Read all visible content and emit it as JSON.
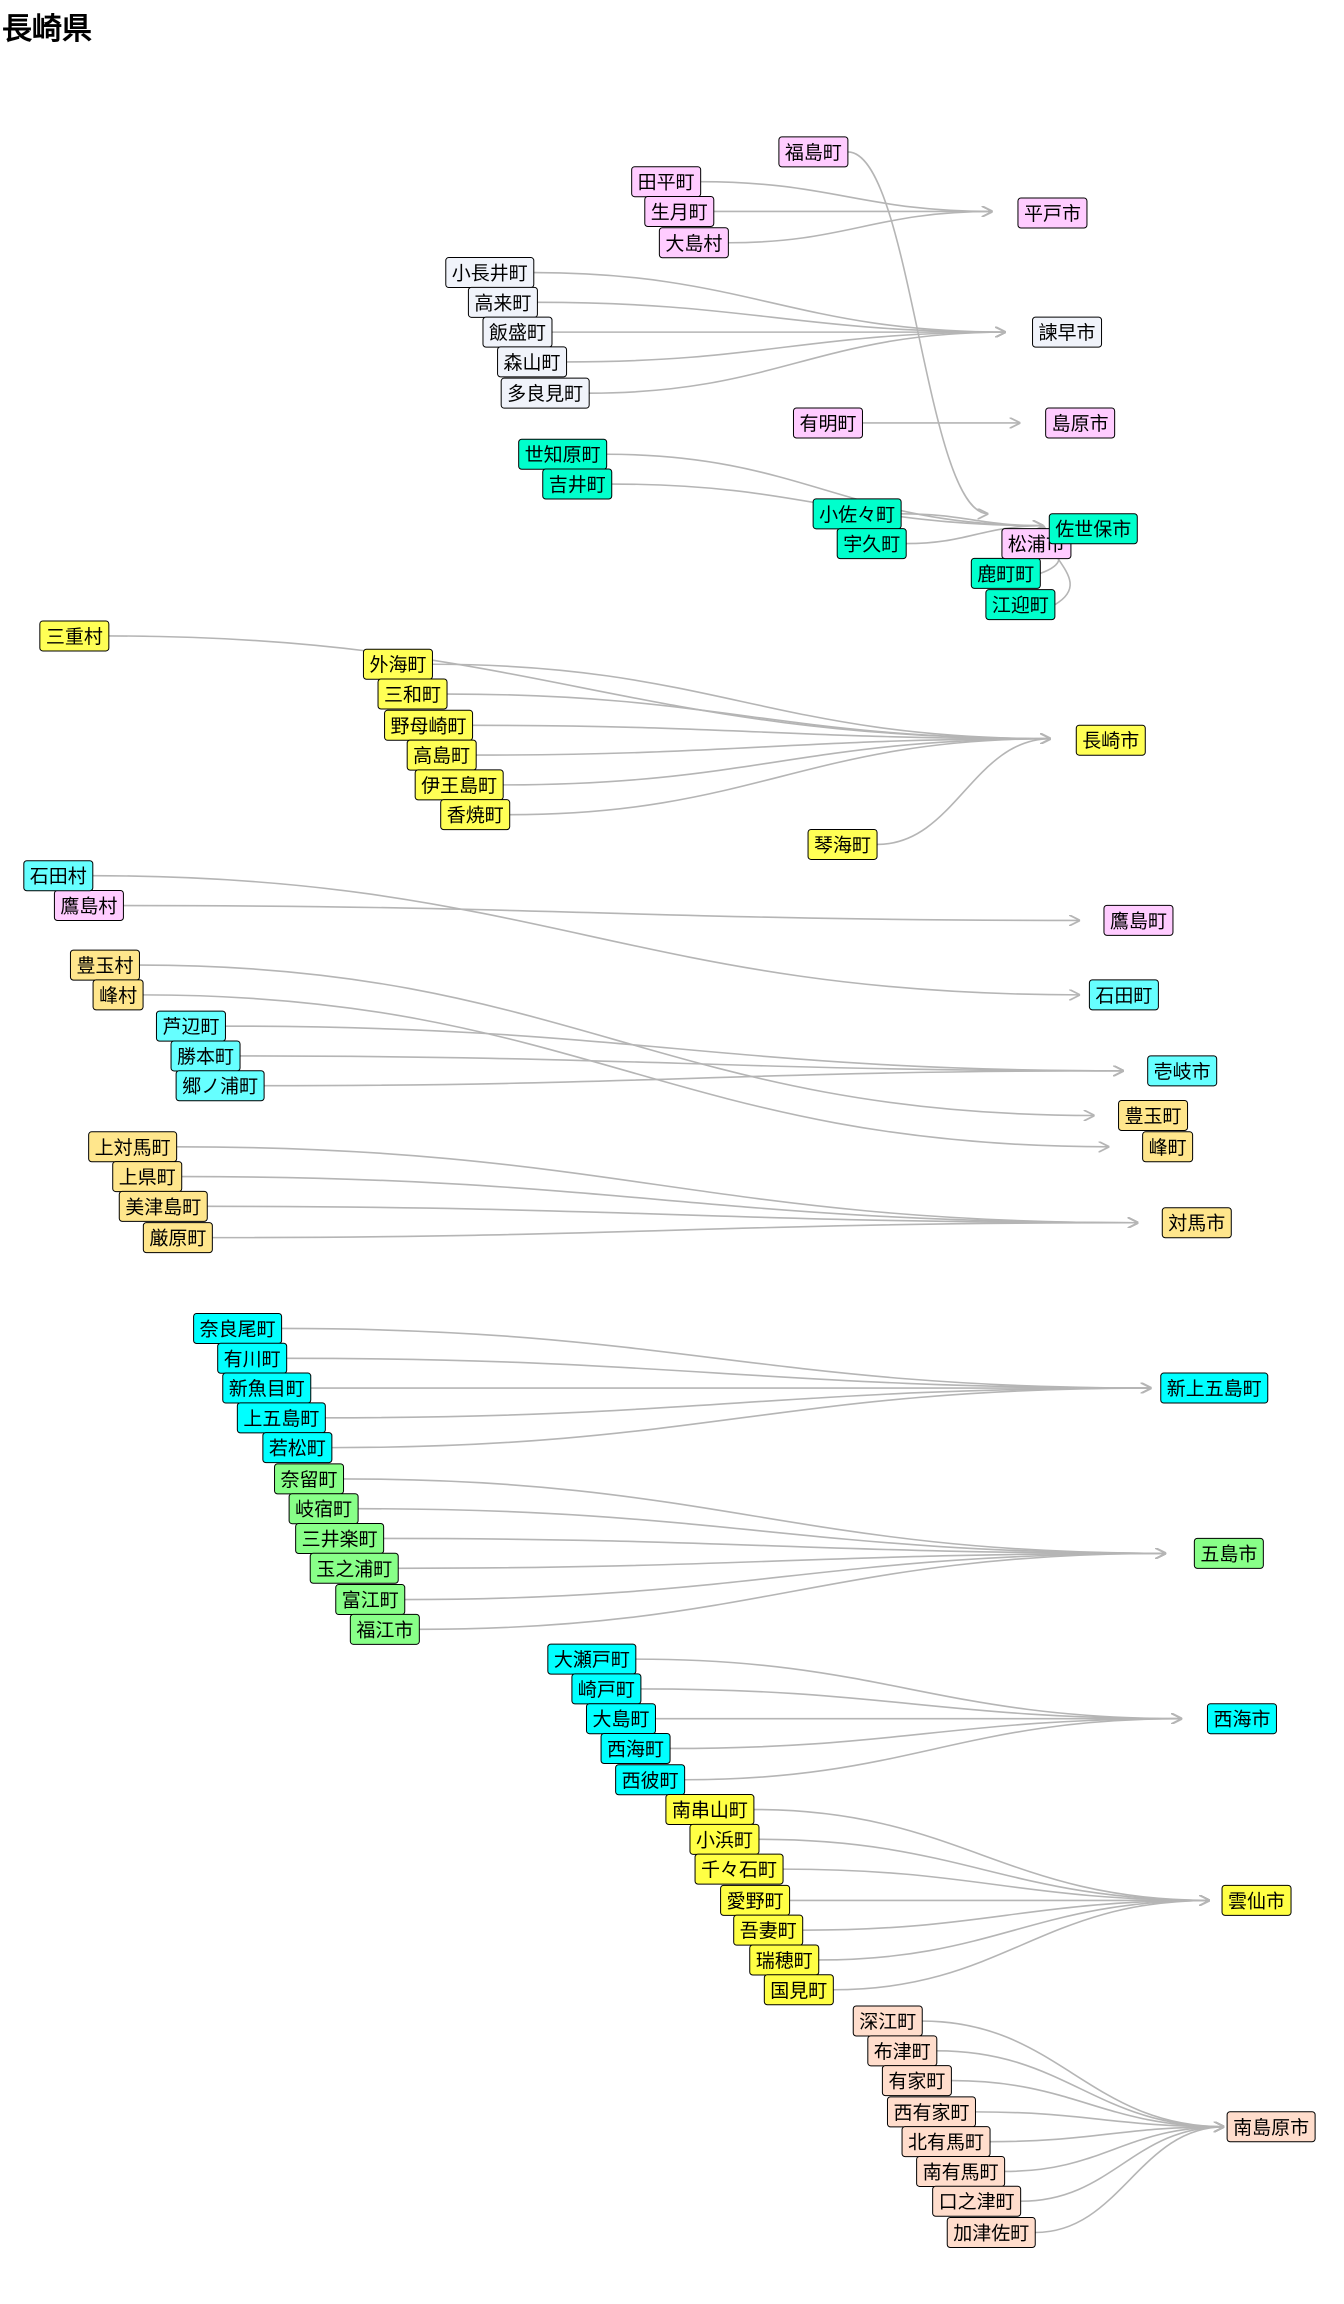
{
  "title": "長崎県",
  "groups": [
    {
      "id": "hirado",
      "target": "平戸市",
      "color": "#ffccff",
      "sources": [
        "田平町",
        "生月町",
        "大島村"
      ]
    },
    {
      "id": "isahaya",
      "target": "諫早市",
      "color": "#f0f3fa",
      "sources": [
        "小長井町",
        "高来町",
        "飯盛町",
        "森山町",
        "多良見町"
      ]
    },
    {
      "id": "shimabara",
      "target": "島原市",
      "color": "#ffccff",
      "sources": [
        "有明町"
      ]
    },
    {
      "id": "matsuura",
      "target": "松浦市",
      "color": "#ffccff",
      "sources": [
        "福島町"
      ]
    },
    {
      "id": "sasebo",
      "target": "佐世保市",
      "color": "#00ffcc",
      "sources": [
        "世知原町",
        "吉井町",
        "小佐々町",
        "宇久町",
        "鹿町町",
        "江迎町"
      ]
    },
    {
      "id": "nagasaki",
      "target": "長崎市",
      "color": "#ffff55",
      "sources": [
        "三重村",
        "外海町",
        "三和町",
        "野母崎町",
        "高島町",
        "伊王島町",
        "香焼町",
        "琴海町"
      ]
    },
    {
      "id": "takashima",
      "target": "鷹島町",
      "color": "#ffccff",
      "sources": [
        "鷹島村"
      ]
    },
    {
      "id": "ishida",
      "target": "石田町",
      "color": "#66ffff",
      "sources": [
        "石田村"
      ]
    },
    {
      "id": "iki",
      "target": "壱岐市",
      "color": "#66ffff",
      "sources": [
        "芦辺町",
        "勝本町",
        "郷ノ浦町"
      ]
    },
    {
      "id": "toyotama",
      "target": "豊玉町",
      "color": "#ffe68c",
      "sources": [
        "豊玉村"
      ]
    },
    {
      "id": "mine",
      "target": "峰町",
      "color": "#ffe68c",
      "sources": [
        "峰村"
      ]
    },
    {
      "id": "tsushima",
      "target": "対馬市",
      "color": "#ffe68c",
      "sources": [
        "上対馬町",
        "上県町",
        "美津島町",
        "厳原町"
      ]
    },
    {
      "id": "shinkamigoto",
      "target": "新上五島町",
      "color": "#00ffff",
      "sources": [
        "奈良尾町",
        "有川町",
        "新魚目町",
        "上五島町",
        "若松町"
      ]
    },
    {
      "id": "goto",
      "target": "五島市",
      "color": "#88ff88",
      "sources": [
        "奈留町",
        "岐宿町",
        "三井楽町",
        "玉之浦町",
        "富江町",
        "福江市"
      ]
    },
    {
      "id": "saikai",
      "target": "西海市",
      "color": "#00ffff",
      "sources": [
        "大瀬戸町",
        "崎戸町",
        "大島町",
        "西海町",
        "西彼町"
      ]
    },
    {
      "id": "unzen",
      "target": "雲仙市",
      "color": "#ffff44",
      "sources": [
        "南串山町",
        "小浜町",
        "千々石町",
        "愛野町",
        "吾妻町",
        "瑞穂町",
        "国見町"
      ]
    },
    {
      "id": "minamishimabara",
      "target": "南島原市",
      "color": "#ffddcc",
      "sources": [
        "深江町",
        "布津町",
        "有家町",
        "西有家町",
        "北有馬町",
        "南有馬町",
        "口之津町",
        "加津佐町"
      ]
    }
  ],
  "colors": {
    "edge": "#b5b5b5",
    "border": "#000000"
  }
}
